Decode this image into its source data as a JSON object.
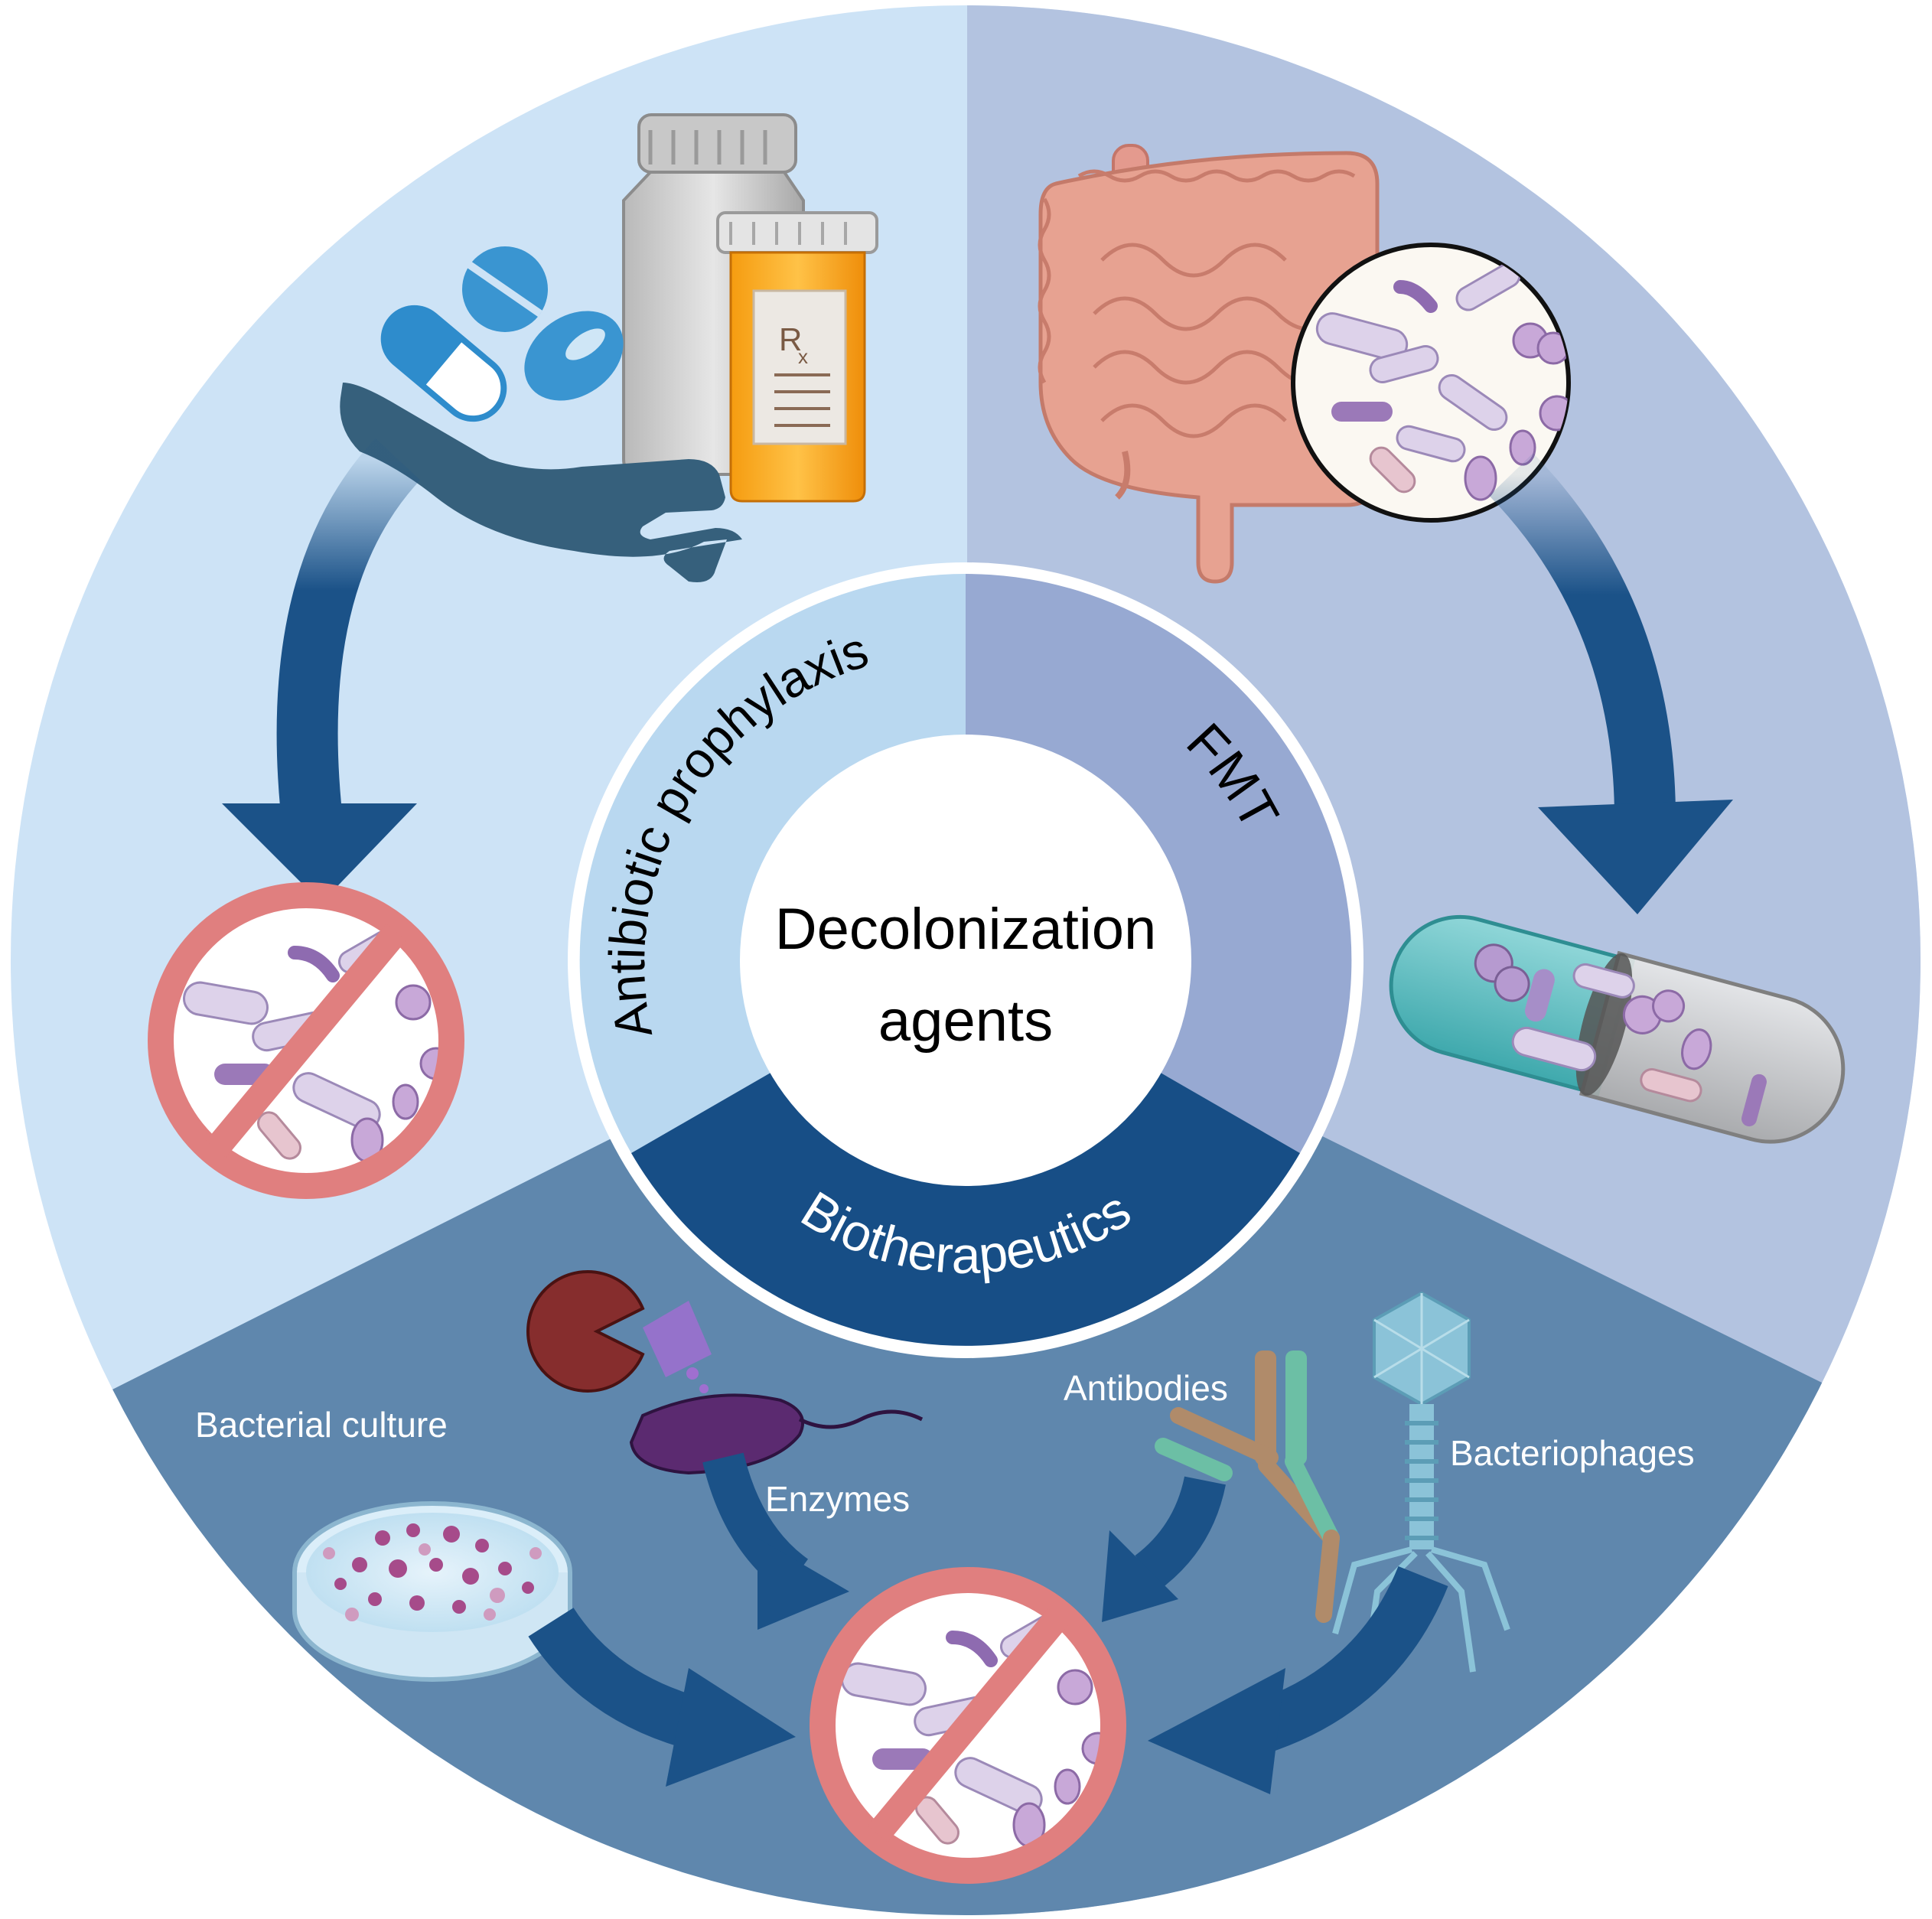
{
  "center": {
    "line1": "Decolonization",
    "line2": "agents"
  },
  "ring": {
    "antibiotic": "Antibiotic prophylaxis",
    "fmt": "FMT",
    "bio": "Biotherapeutics"
  },
  "labels": {
    "bacterial_culture": "Bacterial culture",
    "enzymes": "Enzymes",
    "antibodies": "Antibodies",
    "bacteriophages": "Bacteriophages"
  },
  "prescription": {
    "rx": "R",
    "rx_sub": "x"
  },
  "colors": {
    "antibiotic_sector": "#cde3f6",
    "fmt_sector": "#b3c3e0",
    "bio_sector": "#5f87ad",
    "ring_antibiotic": "#b9d8f0",
    "ring_fmt": "#97a9d2",
    "ring_bio": "#174e86",
    "arrow": "#1b5288",
    "no_sign": "#e07f7f"
  }
}
